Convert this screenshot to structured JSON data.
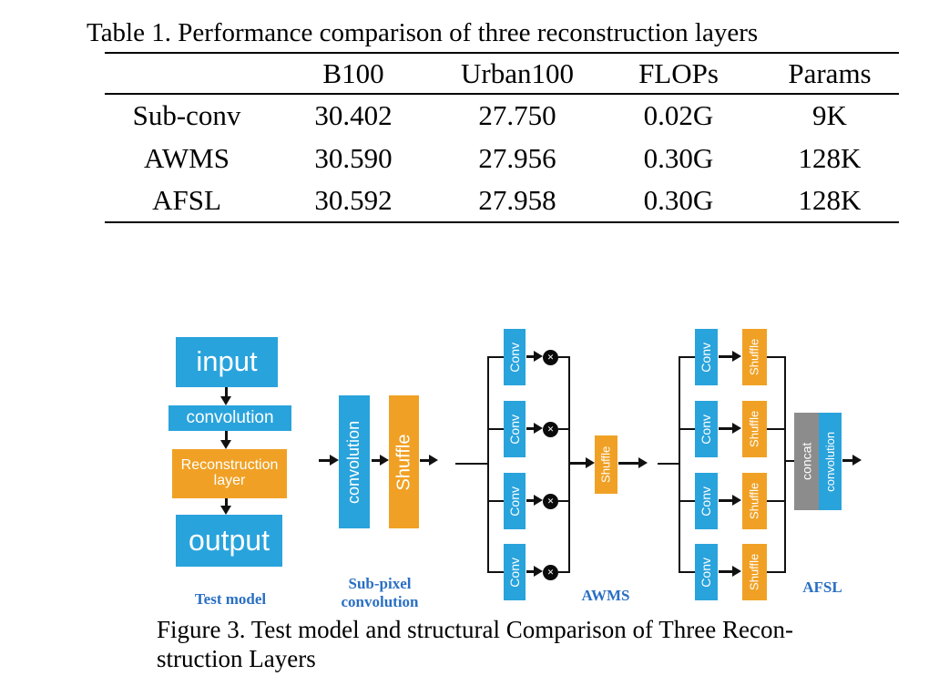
{
  "colors": {
    "blue": "#29a3dc",
    "orange": "#f0a125",
    "gray": "#8c8c8c",
    "labelblue": "#2a6fc4",
    "line": "#111111"
  },
  "table": {
    "title": "Table 1. Performance comparison of three reconstruction layers",
    "columns": [
      "",
      "B100",
      "Urban100",
      "FLOPs",
      "Params"
    ],
    "rows": [
      {
        "name": "Sub-conv",
        "b100": "30.402",
        "urban100": "27.750",
        "flops": "0.02G",
        "params": "9K"
      },
      {
        "name": "AWMS",
        "b100": "30.590",
        "urban100": "27.956",
        "flops": "0.30G",
        "params": "128K"
      },
      {
        "name": "AFSL",
        "b100": "30.592",
        "urban100": "27.958",
        "flops": "0.30G",
        "params": "128K"
      }
    ]
  },
  "figure": {
    "test_model": {
      "input": "input",
      "convolution": "convolution",
      "reconstruction_line1": "Reconstruction",
      "reconstruction_line2": "layer",
      "output": "output",
      "label": "Test model"
    },
    "sub_pixel": {
      "convolution": "convolution",
      "shuffle": "Shuffle",
      "label_line1": "Sub-pixel",
      "label_line2": "convolution"
    },
    "awms": {
      "conv": "Conv",
      "multiply": "✕",
      "shuffle": "Shuffle",
      "label": "AWMS"
    },
    "afsl": {
      "conv": "Conv",
      "shuffle": "Shuffle",
      "concat": "concat",
      "convolution": "convolution",
      "label": "AFSL"
    },
    "caption_line1": "Figure 3. Test model and structural Comparison of Three Recon-",
    "caption_line2": "struction Layers"
  }
}
